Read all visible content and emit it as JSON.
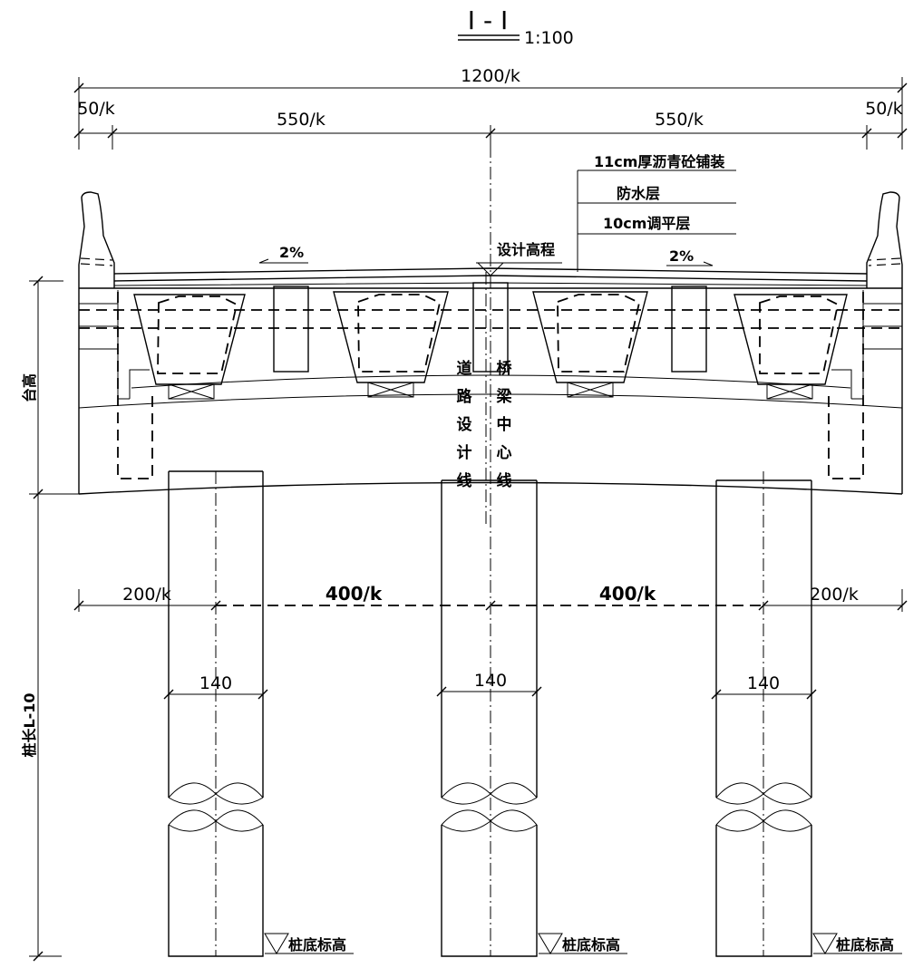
{
  "title": {
    "section": "I - I",
    "scale": "1:100"
  },
  "dims": {
    "total_width": "1200/k",
    "left_edge": "50/k",
    "right_edge": "50/k",
    "left_half": "550/k",
    "right_half": "550/k",
    "pile_left_edge": "200/k",
    "pile_span_left": "400/k",
    "pile_span_right": "400/k",
    "pile_right_edge": "200/k",
    "pile_dia_1": "140",
    "pile_dia_2": "140",
    "pile_dia_3": "140"
  },
  "layers": {
    "asphalt": "11cm厚沥青砼铺装",
    "waterproof": "防水层",
    "leveling": "10cm调平层"
  },
  "slopes": {
    "left": "2%",
    "right": "2%"
  },
  "elevation_label": "设计高程",
  "vertical_labels": {
    "cap_height": "台高",
    "pile_length": "桩长L-10",
    "road_line": "道路设计线",
    "bridge_centerline": "桥梁中心线"
  },
  "pile_bottom": {
    "label_1": "桩底标高",
    "label_2": "桩底标高",
    "label_3": "桩底标高"
  }
}
